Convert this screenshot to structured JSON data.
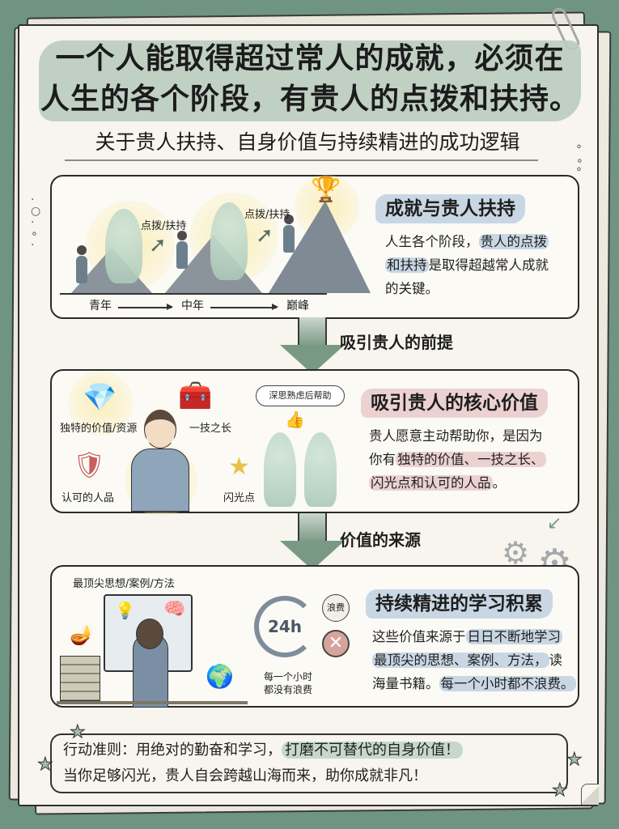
{
  "header": {
    "title_line1": "一个人能取得超过常人的成就，必须在",
    "title_line2": "人生的各个阶段，有贵人的点拨和扶持。",
    "subtitle": "关于贵人扶持、自身价值与持续精进的成功逻辑",
    "highlight_color": "#b9cdbf"
  },
  "panel1": {
    "heading": "成就与贵人扶持",
    "body_part1": "人生各个阶段，",
    "body_hl1": "贵人的点拨",
    "body_hl2": "和扶持",
    "body_part2": "是取得超越常人成就",
    "body_part3": "的关键。",
    "illustration": {
      "help_label_1": "点拨/扶持",
      "help_label_2": "点拨/扶持",
      "stages": [
        "青年",
        "中年",
        "巅峰"
      ],
      "icons": [
        "mountain-icon",
        "mentor-figure-icon",
        "climber-icon",
        "trophy-icon"
      ]
    },
    "highlight_color": "#c9d7e4"
  },
  "connector1": {
    "label": "吸引贵人的前提"
  },
  "panel2": {
    "heading": "吸引贵人的核心价值",
    "body_part1": "贵人愿意主动帮助你，是因为",
    "body_part2": "你有",
    "body_hl1": "独特的价值、一技之长、",
    "body_hl2": "闪光点和认可的人品",
    "body_part3": "。",
    "illustration": {
      "items": [
        {
          "label": "独特的价值/资源",
          "icon": "diamond-icon"
        },
        {
          "label": "一技之长",
          "icon": "toolbox-icon"
        },
        {
          "label": "认可的人品",
          "icon": "heart-shield-icon"
        },
        {
          "label": "闪光点",
          "icon": "star-icon"
        }
      ],
      "speech_bubble": "深思熟虑后帮助"
    },
    "highlight_color": "#ebd2d0"
  },
  "connector2": {
    "label": "价值的来源"
  },
  "panel3": {
    "heading": "持续精进的学习积累",
    "body_part1": "这些价值来源于",
    "body_hl1": "日日不断地学习",
    "body_hl2": "最顶尖的思想、案例、方法，",
    "body_part2": "读",
    "body_part3": "海量书籍。",
    "body_hl3": "每一个小时都不浪费。",
    "illustration": {
      "screen_label": "最顶尖思想/案例/方法",
      "clock_text": "24h",
      "waste_badge": "浪费",
      "caption_line1": "每一个小时",
      "caption_line2": "都没有浪费"
    },
    "highlight_color": "#c9d7e4"
  },
  "footer": {
    "line1_part1": "行动准则：用绝对的勤奋和学习，",
    "line1_hl": "打磨不可替代的自身价值！",
    "line2": "当你足够闪光，贵人自会跨越山海而来，助你成就非凡！",
    "highlight_color": "#c7d8cb"
  },
  "colors": {
    "background": "#6f9582",
    "paper": "#f7f5ee",
    "arrow_green": "#7a9985",
    "ink": "#1f1f1f"
  }
}
